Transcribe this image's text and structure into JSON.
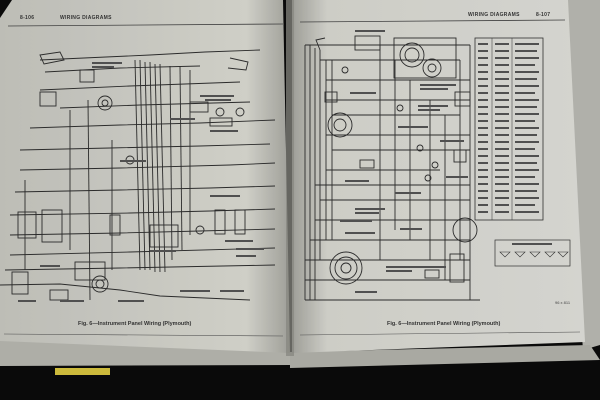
{
  "book": {
    "left_page": {
      "page_number": "8-106",
      "running_head": "WIRING DIAGRAMS",
      "figure_caption": "Fig. 6—Instrument Panel Wiring (Plymouth)"
    },
    "right_page": {
      "page_number": "8-107",
      "running_head": "WIRING DIAGRAMS",
      "figure_caption": "Fig. 6—Instrument Panel Wiring (Plymouth)",
      "corner_code": "96 x 811"
    }
  }
}
